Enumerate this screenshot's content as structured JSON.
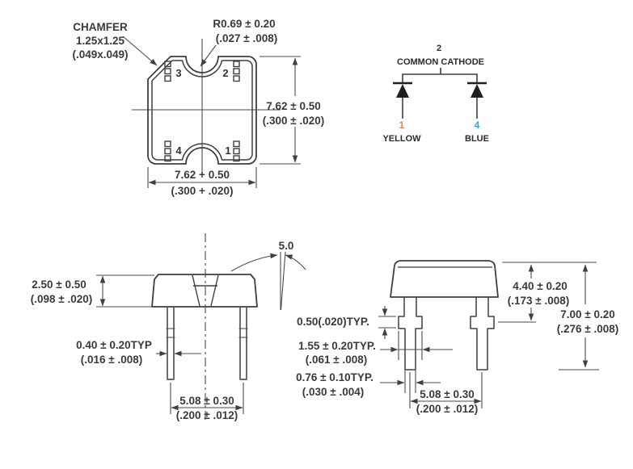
{
  "colors": {
    "line": "#3f3f3f",
    "text": "#3a3a3a",
    "orange": "#E8833A",
    "blue": "#2BA9E0"
  },
  "top_view": {
    "chamfer_label": {
      "line1": "CHAMFER",
      "line2": "1.25x1.25",
      "line3": "(.049x.049)"
    },
    "radius_label": {
      "line1": "R0.69 ± 0.20",
      "line2": "(.027 ± .008)"
    },
    "width_dim": {
      "line1": "7.62 + 0.50",
      "line2": "(.300 + .020)"
    },
    "height_dim": {
      "line1": "7.62 ± 0.50",
      "line2": "(.300 ± .020)"
    },
    "pins": {
      "pin3": "3",
      "pin2": "2",
      "pin4": "4",
      "pin1": "1"
    }
  },
  "schematic": {
    "pin2": "2",
    "title": "COMMON CATHODE",
    "anode_left": {
      "pin": "1",
      "label": "YELLOW"
    },
    "anode_right": {
      "pin": "4",
      "label": "BLUE"
    }
  },
  "front_view": {
    "body_height_dim": {
      "line1": "2.50 ± 0.50",
      "line2": "(.098 ± .020)"
    },
    "draft_angle": "5.0",
    "lead_width_dim": {
      "line1": "0.40 ± 0.20TYP",
      "line2": "(.016 ± .008)"
    },
    "lead_pitch_dim": {
      "line1": "5.08 ± 0.30",
      "line2": "(.200 ± .012)"
    }
  },
  "side_view": {
    "standoff_dim": "0.50(.020)TYP.",
    "tab_width_dim": {
      "line1": "1.55 ± 0.20TYP.",
      "line2": "(.061 ± .008)"
    },
    "lead_thickness_dim": {
      "line1": "0.76 ± 0.10TYP.",
      "line2": "(.030 ± .004)"
    },
    "body_height_dim": {
      "line1": "4.40 ± 0.20",
      "line2": "(.173 ± .008)"
    },
    "overall_height_dim": {
      "line1": "7.00 ± 0.20",
      "line2": "(.276 ± .008)"
    },
    "lead_pitch_dim": {
      "line1": "5.08 ± 0.30",
      "line2": "(.200 ± .012)"
    }
  }
}
